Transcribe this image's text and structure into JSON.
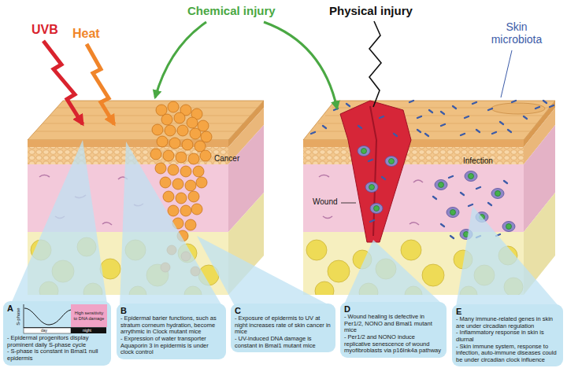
{
  "diagram": {
    "nodes": [
      {
        "text": [
          "A",
          "- Epidermal progenitors display prominent daily S-phase cycle",
          "- S-phase is constant in Bmal1 null epidermis"
        ]
      },
      {
        "text": [
          "High sensitivity to DNA damage"
        ],
        "in": 0
      },
      {
        "text": [
          "B",
          "- Epidermal barier functions, such as stratum corneum hydration, become arrythmic in Clock mutant mice",
          "- Expression of water transporter Aquaporin 3 in epidermis is under clock control"
        ]
      },
      {
        "text": [
          "C",
          "- Exposure of epidermis to UV at night increases rate of skin cancer in mice",
          "- UV-induced DNA damage is constant in Bmal1 mutant mice"
        ]
      },
      {
        "text": [
          "D",
          "- Wound healing is defective in Per1/2, NONO and Bmal1 mutant mice",
          "- Per1/2 and NONO induce replicative senescence of wound myofibroblasts via p16Ink4a pathway"
        ]
      },
      {
        "text": [
          "E",
          "- Many immune-related genes in skin are under circadian regulation",
          "- Inflammatory response in skin is diurnal",
          "- Skin immune system, response to infection, auto-immune diseases could be under circadian clock influence"
        ]
      }
    ],
    "labels": [
      "UVB",
      "Heat",
      "Chemical injury",
      "Physical injury",
      "Skin microbiota",
      "Cancer",
      "Wound",
      "Infection",
      "S-phase",
      "day",
      "night"
    ]
  }
}
